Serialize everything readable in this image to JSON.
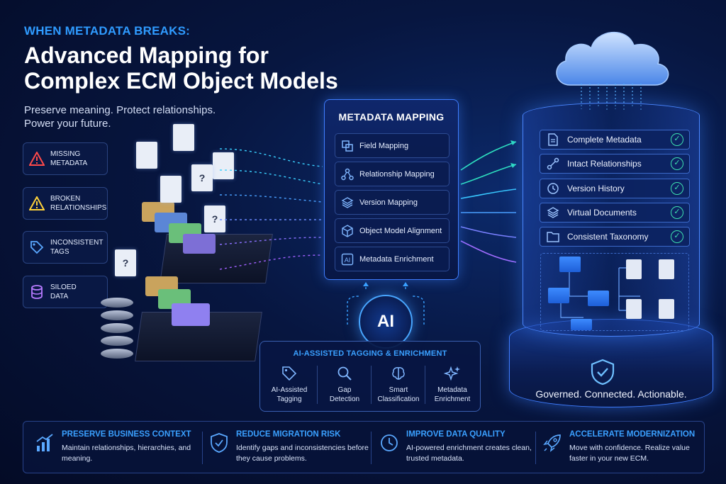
{
  "header": {
    "kicker": "WHEN METADATA BREAKS:",
    "title": "Advanced Mapping for Complex ECM Object Models",
    "subtitle": "Preserve meaning. Protect relationships. Power your future."
  },
  "issues": [
    {
      "label": "MISSING\nMETADATA",
      "icon": "warning-triangle-icon",
      "color": "#ff4a4a"
    },
    {
      "label": "BROKEN\nRELATIONSHIPS",
      "icon": "warning-triangle-icon",
      "color": "#ffd23a"
    },
    {
      "label": "INCONSISTENT\nTAGS",
      "icon": "tag-icon",
      "color": "#5aa8ff"
    },
    {
      "label": "SILOED\nDATA",
      "icon": "database-icon",
      "color": "#b77bff"
    }
  ],
  "mapping": {
    "title": "METADATA MAPPING",
    "items": [
      {
        "label": "Field Mapping",
        "icon": "field-mapping-icon"
      },
      {
        "label": "Relationship Mapping",
        "icon": "relationship-icon"
      },
      {
        "label": "Version Mapping",
        "icon": "layers-icon"
      },
      {
        "label": "Object Model Alignment",
        "icon": "cube-icon"
      },
      {
        "label": "Metadata Enrichment",
        "icon": "ai-chip-icon"
      }
    ]
  },
  "ai": {
    "badge": "AI",
    "title": "AI-ASSISTED TAGGING & ENRICHMENT",
    "tools": [
      {
        "label": "AI-Assisted\nTagging",
        "icon": "tag-icon"
      },
      {
        "label": "Gap\nDetection",
        "icon": "magnifier-icon"
      },
      {
        "label": "Smart\nClassification",
        "icon": "brain-icon"
      },
      {
        "label": "Metadata\nEnrichment",
        "icon": "sparkle-icon"
      }
    ]
  },
  "results": {
    "items": [
      {
        "label": "Complete Metadata",
        "icon": "document-icon"
      },
      {
        "label": "Intact Relationships",
        "icon": "link-icon"
      },
      {
        "label": "Version History",
        "icon": "history-icon"
      },
      {
        "label": "Virtual Documents",
        "icon": "layers-icon"
      },
      {
        "label": "Consistent Taxonomy",
        "icon": "folder-icon"
      }
    ],
    "check_icon": "checkmark-circle-icon",
    "check_color": "#3ee0b0",
    "tagline": "Governed. Connected. Actionable."
  },
  "benefits": [
    {
      "title": "PRESERVE BUSINESS CONTEXT",
      "desc": "Maintain relationships, hierarchies, and meaning.",
      "icon": "bar-chart-icon"
    },
    {
      "title": "REDUCE MIGRATION RISK",
      "desc": "Identify gaps and inconsistencies before they cause problems.",
      "icon": "shield-check-icon"
    },
    {
      "title": "IMPROVE DATA QUALITY",
      "desc": "AI-powered enrichment creates clean, trusted metadata.",
      "icon": "clock-icon"
    },
    {
      "title": "ACCELERATE MODERNIZATION",
      "desc": "Move with confidence. Realize value faster in your new ECM.",
      "icon": "rocket-icon"
    }
  ],
  "scene": {
    "doc_marks": [
      "?",
      "?",
      "?"
    ]
  },
  "colors": {
    "accent": "#2f9bff",
    "panel_border": "#3f7dff",
    "background": "#071640"
  }
}
